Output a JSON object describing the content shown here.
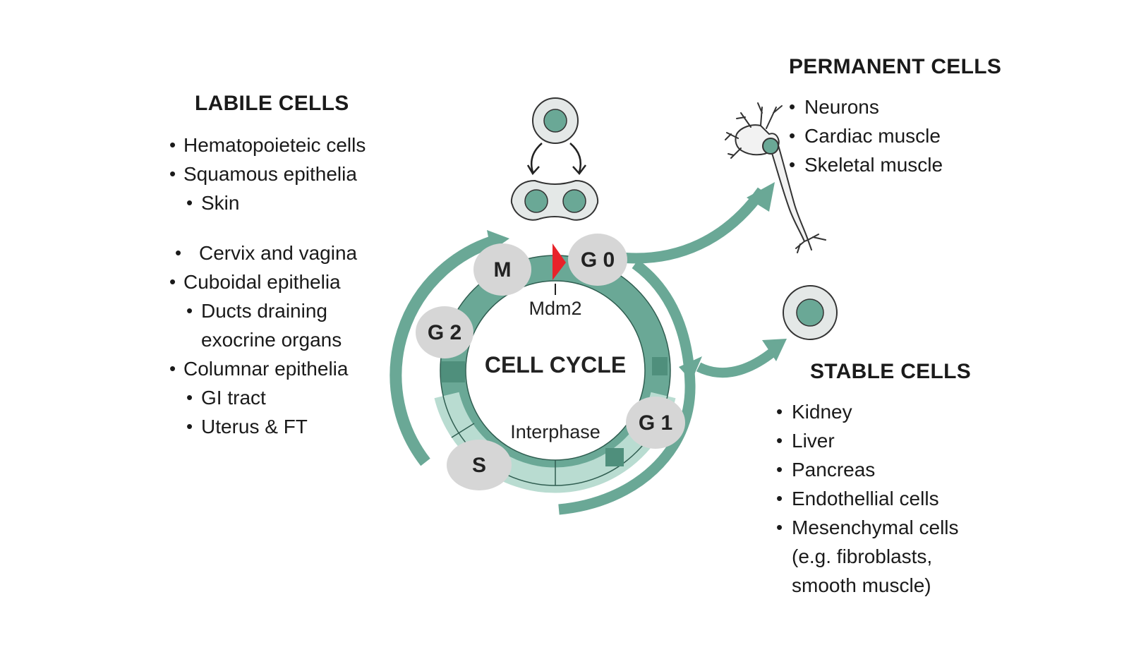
{
  "labile": {
    "title": "LABILE CELLS",
    "items": [
      {
        "text": "Hematopoieteic cells",
        "level": 0
      },
      {
        "text": "Squamous epithelia",
        "level": 0
      },
      {
        "text": "Skin",
        "level": 1
      },
      {
        "text": "Cervix and vagina",
        "level": 0
      },
      {
        "text": "Cuboidal epithelia",
        "level": 0
      },
      {
        "text": "Ducts draining",
        "level": 1
      },
      {
        "text": "exocrine organs",
        "level": 1,
        "continuation": true
      },
      {
        "text": "Columnar epithelia",
        "level": 0
      },
      {
        "text": "GI tract",
        "level": 1
      },
      {
        "text": "Uterus & FT",
        "level": 1
      }
    ]
  },
  "permanent": {
    "title": "PERMANENT CELLS",
    "items": [
      "Neurons",
      "Cardiac muscle",
      "Skeletal muscle"
    ]
  },
  "stable": {
    "title": "STABLE CELLS",
    "items": [
      {
        "text": "Kidney"
      },
      {
        "text": "Liver"
      },
      {
        "text": "Pancreas"
      },
      {
        "text": "Endothellial cells"
      },
      {
        "text": "Mesenchymal cells"
      },
      {
        "text": "(e.g. fibroblasts,",
        "continuation": true
      },
      {
        "text": "smooth muscle)",
        "continuation": true
      }
    ]
  },
  "cycle": {
    "title": "CELL CYCLE",
    "interphase_label": "Interphase",
    "checkpoint_label": "Mdm2",
    "phases": {
      "m": "M",
      "g0": "G 0",
      "g2": "G 2",
      "g1": "G 1",
      "s": "S"
    }
  },
  "colors": {
    "teal": "#6aa896",
    "teal_dark": "#4f8f7c",
    "teal_light": "#a9d3c6",
    "phase_gray": "#d6d6d6",
    "checkpoint_red": "#e8232a"
  }
}
